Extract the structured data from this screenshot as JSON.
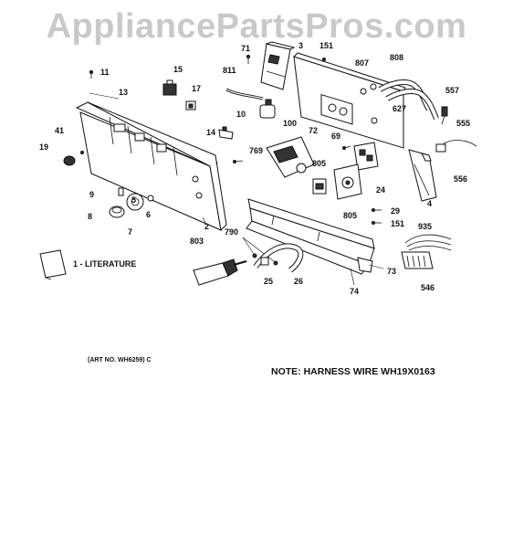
{
  "watermark": "AppliancePartsPros.com",
  "callouts": [
    {
      "id": "71",
      "label": "71"
    },
    {
      "id": "3",
      "label": "3"
    },
    {
      "id": "151a",
      "label": "151"
    },
    {
      "id": "807",
      "label": "807"
    },
    {
      "id": "808",
      "label": "808"
    },
    {
      "id": "11",
      "label": "11"
    },
    {
      "id": "15",
      "label": "15"
    },
    {
      "id": "811",
      "label": "811"
    },
    {
      "id": "557",
      "label": "557"
    },
    {
      "id": "13",
      "label": "13"
    },
    {
      "id": "17",
      "label": "17"
    },
    {
      "id": "10",
      "label": "10"
    },
    {
      "id": "627",
      "label": "627"
    },
    {
      "id": "555",
      "label": "555"
    },
    {
      "id": "41",
      "label": "41"
    },
    {
      "id": "100",
      "label": "100"
    },
    {
      "id": "72",
      "label": "72"
    },
    {
      "id": "14",
      "label": "14"
    },
    {
      "id": "69",
      "label": "69"
    },
    {
      "id": "19",
      "label": "19"
    },
    {
      "id": "769",
      "label": "769"
    },
    {
      "id": "556",
      "label": "556"
    },
    {
      "id": "805a",
      "label": "805"
    },
    {
      "id": "9",
      "label": "9"
    },
    {
      "id": "24",
      "label": "24"
    },
    {
      "id": "5",
      "label": "5"
    },
    {
      "id": "6",
      "label": "6"
    },
    {
      "id": "4",
      "label": "4"
    },
    {
      "id": "29",
      "label": "29"
    },
    {
      "id": "8",
      "label": "8"
    },
    {
      "id": "805b",
      "label": "805"
    },
    {
      "id": "2",
      "label": "2"
    },
    {
      "id": "151b",
      "label": "151"
    },
    {
      "id": "7",
      "label": "7"
    },
    {
      "id": "790",
      "label": "790"
    },
    {
      "id": "935",
      "label": "935"
    },
    {
      "id": "803",
      "label": "803"
    },
    {
      "id": "73",
      "label": "73"
    },
    {
      "id": "25",
      "label": "25"
    },
    {
      "id": "26",
      "label": "26"
    },
    {
      "id": "546",
      "label": "546"
    },
    {
      "id": "74",
      "label": "74"
    }
  ],
  "literature_label": "1 - LITERATURE",
  "art_number": "(ART NO. WH6259) C",
  "note": "NOTE: HARNESS WIRE WH19X0163"
}
